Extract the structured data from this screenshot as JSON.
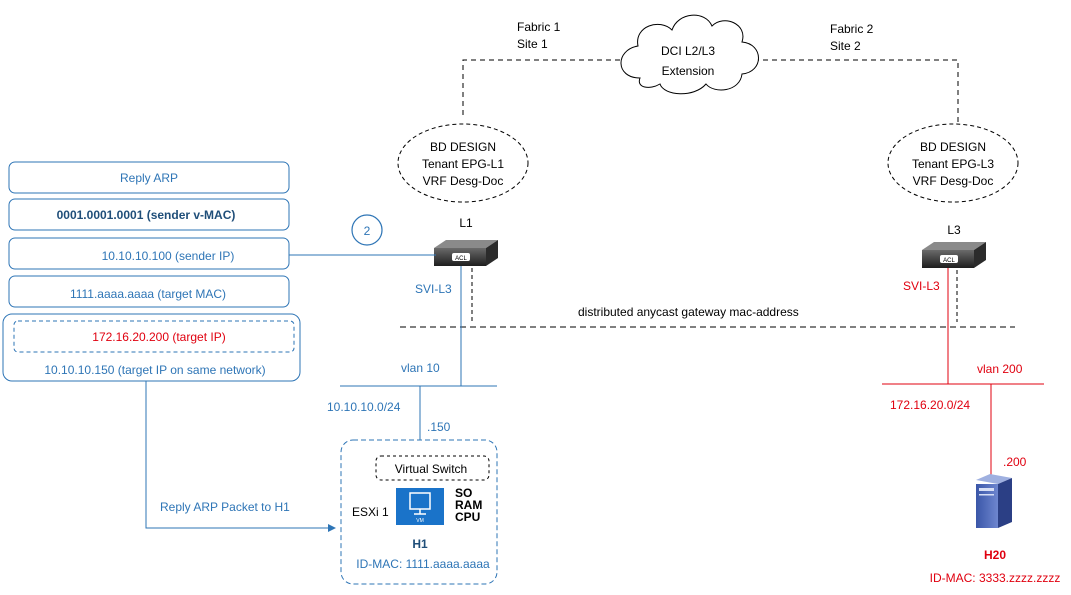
{
  "colors": {
    "blue": "#2e75b6",
    "red": "#e0000f",
    "dark_blue": "#1f4e79",
    "black": "#000000"
  },
  "top": {
    "fabric1_line1": "Fabric 1",
    "fabric1_line2": "Site 1",
    "fabric2_line1": "Fabric 2",
    "fabric2_line2": "Site 2",
    "cloud_line1": "DCI L2/L3",
    "cloud_line2": "Extension"
  },
  "bd_left": {
    "line1": "BD DESIGN",
    "line2": "Tenant EPG-L1",
    "line3": "VRF Desg-Doc"
  },
  "bd_right": {
    "line1": "BD DESIGN",
    "line2": "Tenant EPG-L3",
    "line3": "VRF Desg-Doc"
  },
  "switch_left": {
    "name": "L1",
    "svi": "SVI-L3",
    "acl": "ACL"
  },
  "switch_right": {
    "name": "L3",
    "svi": "SVI-L3",
    "acl": "ACL"
  },
  "step_badge": "2",
  "anycast_label": "distributed anycast gateway mac-address",
  "arp_packet": {
    "title": "Reply ARP",
    "sender_mac": "0001.0001.0001  (sender v-MAC)",
    "sender_ip": "10.10.10.100  (sender IP)",
    "target_mac": "1111.aaaa.aaaa  (target MAC)",
    "target_ip": "172.16.20.200  (target IP)",
    "target_ip_same": "10.10.10.150  (target IP on same network)"
  },
  "reply_arrow_label": "Reply ARP Packet to H1",
  "left_net": {
    "vlan": "vlan 10",
    "subnet": "10.10.10.0/24",
    "host_octet": ".150"
  },
  "right_net": {
    "vlan": "vlan 200",
    "subnet": "172.16.20.0/24",
    "host_octet": ".200"
  },
  "h1": {
    "virtual_switch": "Virtual Switch",
    "esxi": "ESXi 1",
    "vm_label": "VM",
    "res1": "SO",
    "res2": "RAM",
    "res3": "CPU",
    "name": "H1",
    "idmac": "ID-MAC: 1111.aaaa.aaaa"
  },
  "h20": {
    "name": "H20",
    "idmac": "ID-MAC: 3333.zzzz.zzzz"
  }
}
